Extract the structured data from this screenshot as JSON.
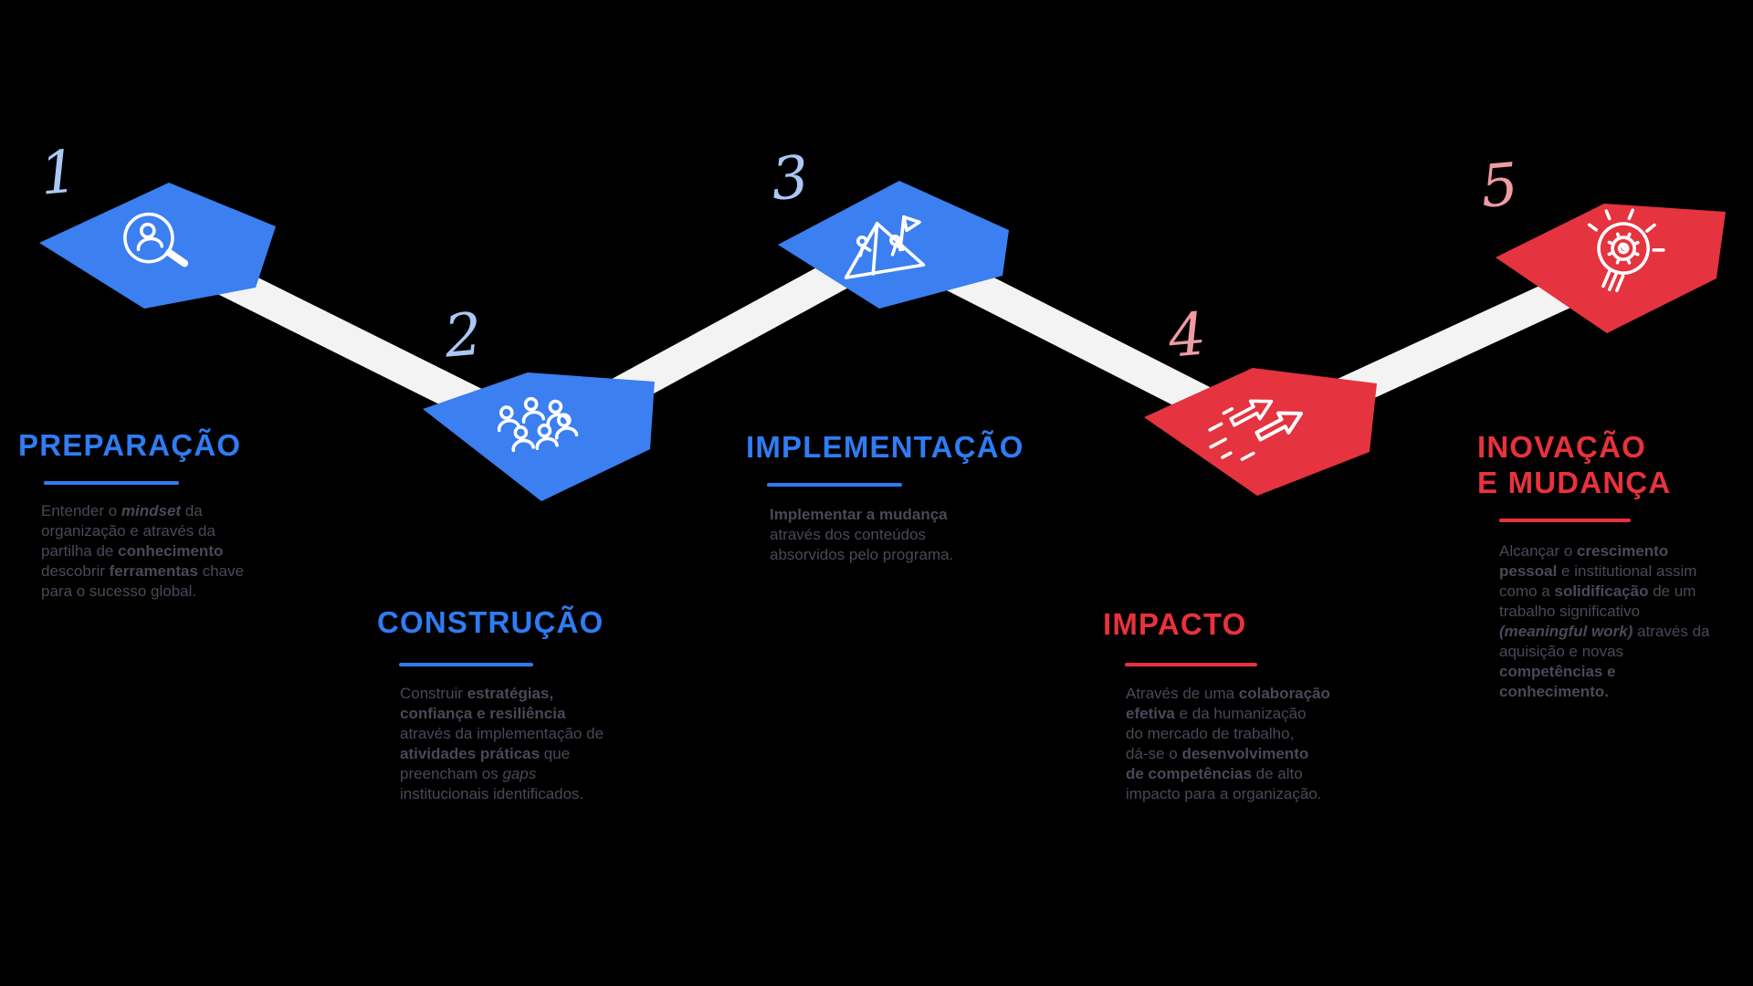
{
  "canvas": {
    "background": "#000000",
    "ribbon_color": "#f3f3f3",
    "body_text_color": "#4a4858"
  },
  "steps": [
    {
      "number": "1",
      "number_color": "#abc8f4",
      "title": "PREPARAÇÃO",
      "title_color": "#2f7cf3",
      "underline_color": "#2f7cf3",
      "shape_color": "#3b7ff0",
      "icon": "person-search-icon",
      "body": [
        {
          "t": "Entender o "
        },
        {
          "t": "mindset",
          "b": true,
          "i": true
        },
        {
          "t": " da\norganização e através da\npartilha de "
        },
        {
          "t": "conhecimento",
          "b": true
        },
        {
          "t": "\ndescobrir "
        },
        {
          "t": "ferramentas",
          "b": true
        },
        {
          "t": " chave\npara o sucesso global."
        }
      ]
    },
    {
      "number": "2",
      "number_color": "#abc8f4",
      "title": "CONSTRUÇÃO",
      "title_color": "#2f7cf3",
      "underline_color": "#2f7cf3",
      "shape_color": "#3b7ff0",
      "icon": "people-group-icon",
      "body": [
        {
          "t": "Construir "
        },
        {
          "t": "estratégias,\nconfiança e resiliência",
          "b": true
        },
        {
          "t": "\natravés da implementação de\n"
        },
        {
          "t": "atividades práticas",
          "b": true
        },
        {
          "t": " que\npreencham os "
        },
        {
          "t": "gaps",
          "i": true
        },
        {
          "t": "\ninstitucionais identificados."
        }
      ]
    },
    {
      "number": "3",
      "number_color": "#abc8f4",
      "title": "IMPLEMENTAÇÃO",
      "title_color": "#2f7cf3",
      "underline_color": "#2f7cf3",
      "shape_color": "#3b7ff0",
      "icon": "mountain-flag-icon",
      "body": [
        {
          "t": "Implementar a mudança",
          "b": true
        },
        {
          "t": "\natravés dos conteúdos\nabsorvidos pelo programa."
        }
      ]
    },
    {
      "number": "4",
      "number_color": "#ee9ba2",
      "title": "IMPACTO",
      "title_color": "#e8323c",
      "underline_color": "#e8323c",
      "shape_color": "#e5333f",
      "icon": "arrows-up-right-icon",
      "body": [
        {
          "t": "Através de uma "
        },
        {
          "t": "colaboração\nefetiva",
          "b": true
        },
        {
          "t": " e da humanização\ndo mercado de trabalho,\ndá-se o "
        },
        {
          "t": "desenvolvimento\nde competências",
          "b": true
        },
        {
          "t": " de alto\nimpacto para a organização."
        }
      ]
    },
    {
      "number": "5",
      "number_color": "#ee9ba2",
      "title": "INOVAÇÃO\nE MUDANÇA",
      "title_color": "#e8323c",
      "underline_color": "#e8323c",
      "shape_color": "#e5333f",
      "icon": "lightbulb-gear-icon",
      "body": [
        {
          "t": "Alcançar o "
        },
        {
          "t": "crescimento\npessoal",
          "b": true
        },
        {
          "t": " e institutional assim\ncomo a "
        },
        {
          "t": "solidificação",
          "b": true
        },
        {
          "t": " de um\ntrabalho significativo\n"
        },
        {
          "t": "(meaningful work)",
          "b": true,
          "i": true
        },
        {
          "t": " através da\naquisição e novas\n"
        },
        {
          "t": "competências e conhecimento.",
          "b": true
        }
      ]
    }
  ]
}
